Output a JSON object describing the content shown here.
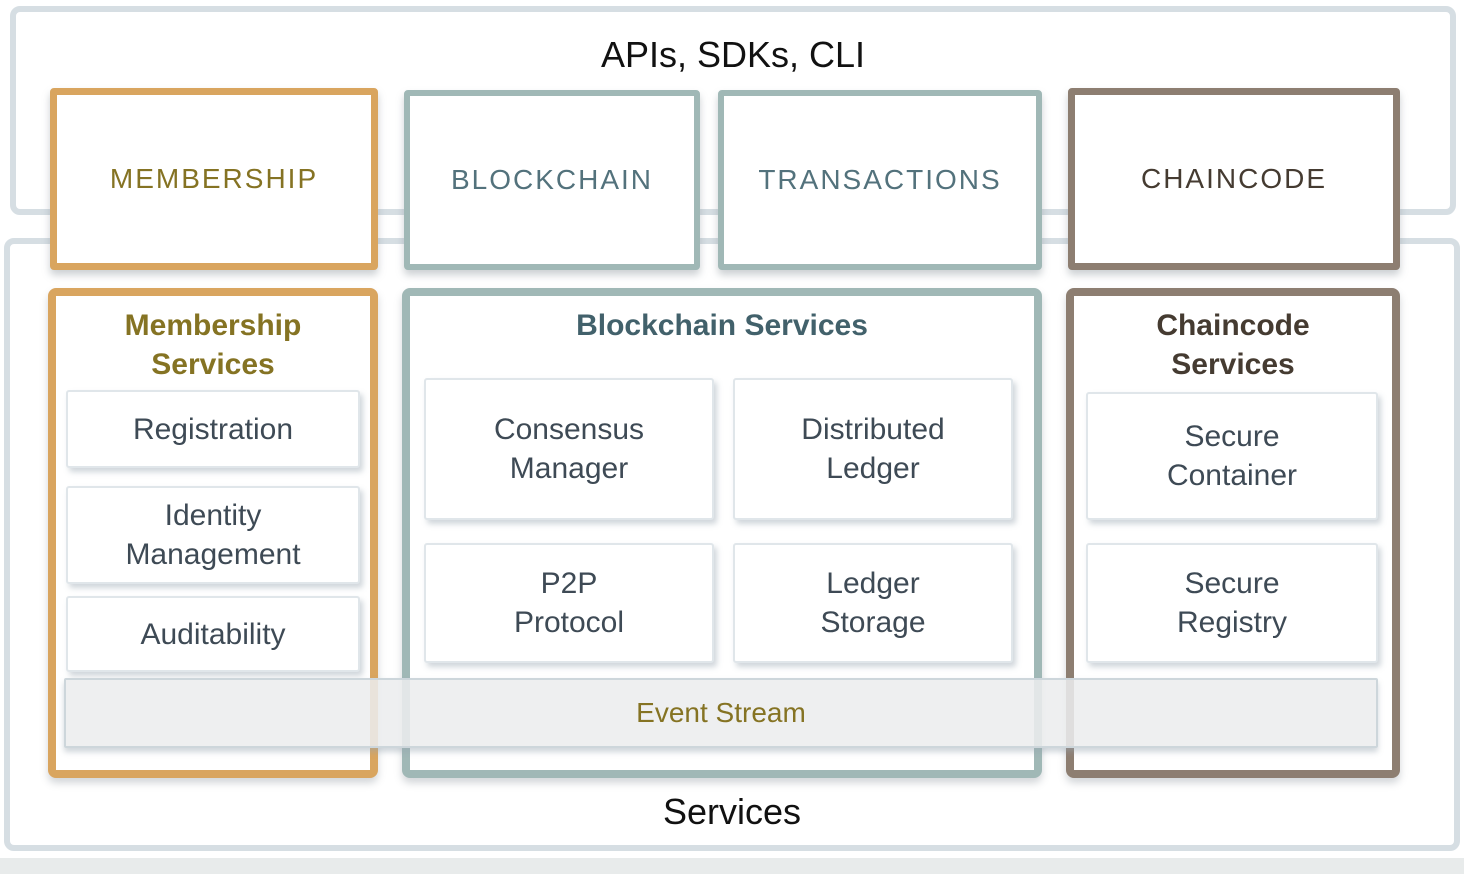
{
  "top_band": {
    "title": "APIs, SDKs, CLI"
  },
  "services_band": {
    "title": "Services"
  },
  "interface_boxes": [
    {
      "label": "MEMBERSHIP"
    },
    {
      "label": "BLOCKCHAIN"
    },
    {
      "label": "TRANSACTIONS"
    },
    {
      "label": "CHAINCODE"
    }
  ],
  "service_groups": [
    {
      "title": "Membership\nServices",
      "items": [
        "Registration",
        "Identity\nManagement",
        "Auditability"
      ]
    },
    {
      "title": "Blockchain Services",
      "items": [
        "Consensus\nManager",
        "Distributed\nLedger",
        "P2P\nProtocol",
        "Ledger\nStorage"
      ]
    },
    {
      "title": "Chaincode\nServices",
      "items": [
        "Secure\nContainer",
        "Secure\nRegistry"
      ]
    }
  ],
  "event_stream": {
    "label": "Event Stream"
  },
  "colors": {
    "band_border": "#d6dee3",
    "membership_accent": "#d9a55f",
    "blockchain_accent": "#a0b8b6",
    "chaincode_accent": "#8d7e71",
    "membership_heading": "#857323",
    "blockchain_heading": "#42616b",
    "chaincode_heading": "#453b31",
    "blockchain_label": "#53727c",
    "node_text": "#3e4a55",
    "title_text": "#111111",
    "event_stream_text": "#857323",
    "event_stream_fill": "#ececed"
  }
}
